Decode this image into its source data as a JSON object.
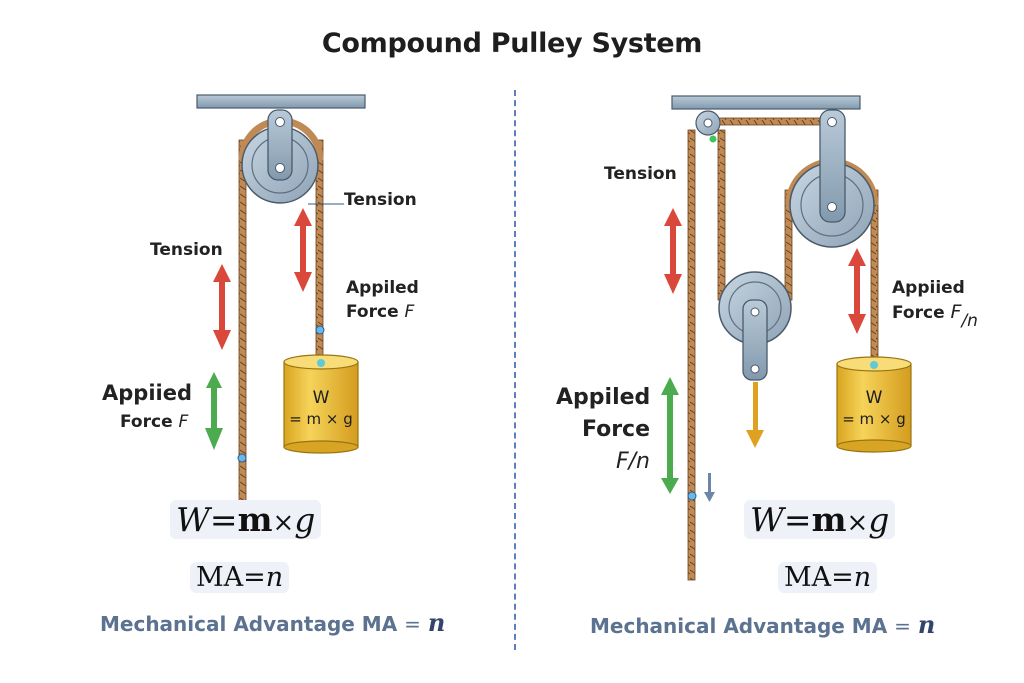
{
  "title": "Compound Pulley System",
  "left_panel": {
    "labels": {
      "tension_top": "Tension",
      "tension_left": "Tension",
      "applied_force_right_line1": "Appiled",
      "applied_force_right_line2": "Force",
      "applied_force_right_var": "F",
      "applied_force_left_line1": "Appiied",
      "applied_force_left_line2": "Force",
      "applied_force_left_var": "F"
    },
    "weight": {
      "line1": "W",
      "line2": "= m × g"
    },
    "formula_weight": {
      "lhs": "W",
      "eq": "=",
      "m": "m",
      "times": "×",
      "g": "g"
    },
    "formula_ma": {
      "lhs": "MA",
      "eq": "=",
      "rhs": "n"
    },
    "caption": {
      "text": "Mechanical Advantage MA",
      "eq": "=",
      "var": "n"
    }
  },
  "right_panel": {
    "labels": {
      "tension": "Tension",
      "applied_force_right_line1": "Appiied",
      "applied_force_right_line2": "Force",
      "applied_force_right_var": "F",
      "applied_force_right_sub": "/n",
      "applied_force_left_line1": "Appiled",
      "applied_force_left_line2": "Force",
      "applied_force_left_var": "F/n"
    },
    "weight": {
      "line1": "W",
      "line2": "= m × g"
    },
    "formula_weight": {
      "lhs": "W",
      "eq": "=",
      "m": "m",
      "times": "×",
      "g": "g"
    },
    "formula_ma": {
      "lhs": "MA",
      "eq": "=",
      "rhs": "n"
    },
    "caption": {
      "text": "Mechanical Advantage MA",
      "eq": "=",
      "var": "n"
    }
  },
  "colors": {
    "tension_arrow": "#d9483a",
    "applied_arrow": "#4caa4f",
    "load_arrow": "#e0a020",
    "rope": "#b9824f",
    "pulley": "#a9bccc",
    "weight": "#f0c43a",
    "divider": "#5b7fbf",
    "caption": "#5c7291"
  }
}
